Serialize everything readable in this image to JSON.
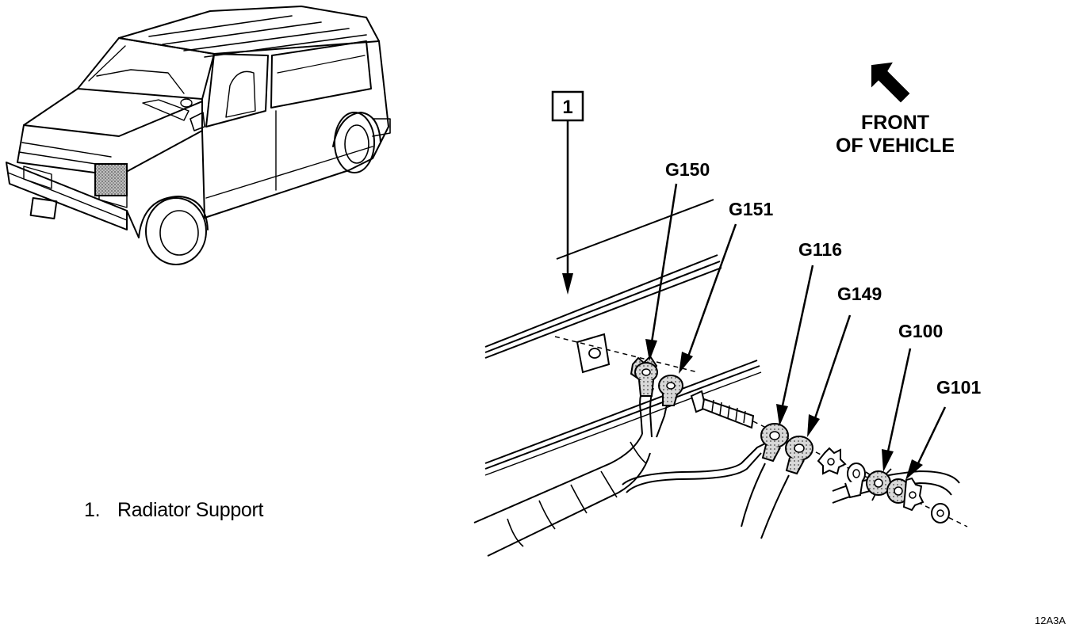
{
  "callout_box": "1",
  "direction": {
    "line1": "FRONT",
    "line2": "OF VEHICLE"
  },
  "grounds": [
    "G150",
    "G151",
    "G116",
    "G149",
    "G100",
    "G101"
  ],
  "legend": {
    "number": "1.",
    "text": "Radiator Support"
  },
  "figure_id": "12A3A"
}
